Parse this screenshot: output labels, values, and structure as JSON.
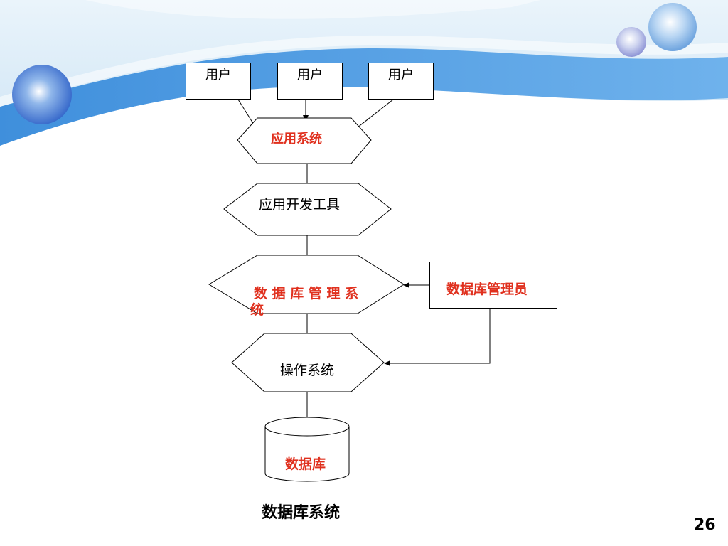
{
  "slide": {
    "caption": "数据库系统",
    "page_number": "26",
    "colors": {
      "accent_text": "#e0301e",
      "header_blue": "#5aa6e6",
      "header_light": "#d8ecf8"
    }
  },
  "diagram": {
    "users": [
      "用户",
      "用户",
      "用户"
    ],
    "app_system": "应用系统",
    "dev_tools": "应用开发工具",
    "dbms_line1": "数 据 库 管 理 系",
    "dbms_line2": "统",
    "dba": "数据库管理员",
    "os": "操作系统",
    "database": "数据库"
  }
}
